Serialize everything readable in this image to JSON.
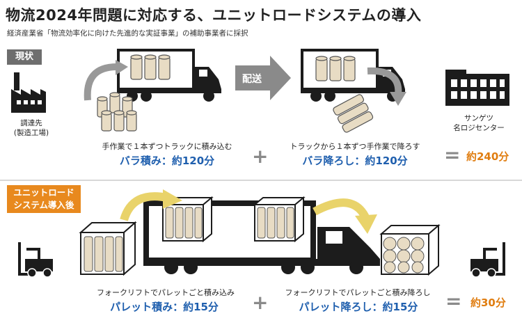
{
  "title": "物流2024年問題に対応する、ユニットロードシステムの導入",
  "subtitle": "経済産業省「物流効率化に向けた先進的な実証事業」の補助事業者に採択",
  "current": {
    "tag": "現状",
    "supplier_line1": "調達先",
    "supplier_line2": "(製造工場)",
    "delivery_label": "配送",
    "center_line1": "サンゲツ",
    "center_line2": "名ロジセンター",
    "load_caption": "手作業で１本ずつトラックに積み込む",
    "load_time": "バラ積み：約120分",
    "unload_caption": "トラックから１本ずつ手作業で降ろす",
    "unload_time": "バラ降ろし：約120分",
    "plus": "+",
    "equals": "=",
    "total": "約240分"
  },
  "after": {
    "tag_line1": "ユニットロード",
    "tag_line2": "システム導入後",
    "load_caption": "フォークリフトでパレットごと積み込み",
    "load_time": "パレット積み：約15分",
    "unload_caption": "フォークリフトでパレットごと積み降ろし",
    "unload_time": "パレット降ろし：約15分",
    "plus": "+",
    "equals": "=",
    "total": "約30分"
  },
  "colors": {
    "dark": "#1c1c1c",
    "gray": "#8a8a8a",
    "orange": "#e8891e",
    "blue": "#1f5fae",
    "roll": "#e8dcc4",
    "yellow_arrow": "#e9d36a"
  }
}
